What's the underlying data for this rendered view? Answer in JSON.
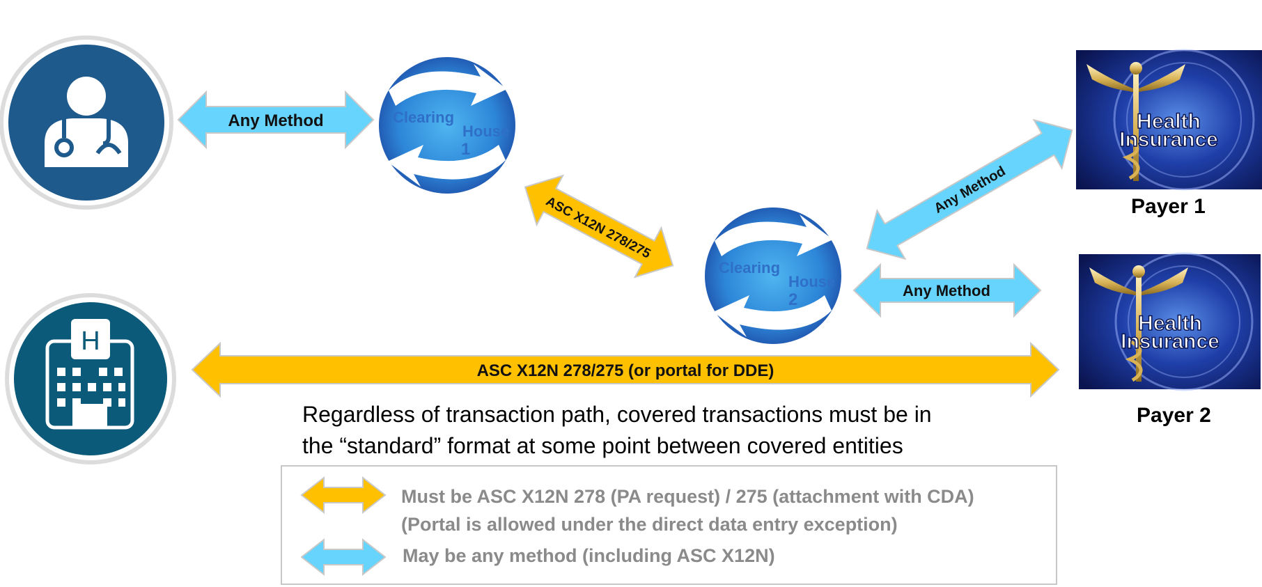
{
  "nodes": {
    "provider_icon": "doctor-icon",
    "hospital_icon": "hospital-icon",
    "hospital_sign": "H",
    "clearing_house_1": {
      "line1": "Clearing",
      "line2": "House",
      "line3": "1"
    },
    "clearing_house_2": {
      "line1": "Clearing",
      "line2": "House",
      "line3": "2"
    },
    "payer_1": {
      "badge_line1": "Health",
      "badge_line2": "Insurance",
      "label": "Payer 1"
    },
    "payer_2": {
      "badge_line1": "Health",
      "badge_line2": "Insurance",
      "label": "Payer 2"
    }
  },
  "connections": {
    "provider_to_ch1": "Any Method",
    "ch1_to_ch2": "ASC X12N 278/275",
    "ch2_to_payer1": "Any Method",
    "ch2_to_payer2": "Any Method",
    "hospital_to_payer2": "ASC X12N 278/275  (or portal for DDE)"
  },
  "statement": {
    "line1": "Regardless of transaction path, covered transactions must be in",
    "line2": "the “standard” format at some point between covered entities"
  },
  "legend": {
    "orange_line1": "Must be ASC X12N 278 (PA request) / 275 (attachment with CDA)",
    "orange_line2": "(Portal is allowed under the direct  data entry exception)",
    "blue_line1": "May be any method (including ASC X12N)"
  },
  "colors": {
    "orange_arrow": "#ffc000",
    "blue_arrow": "#66d4fc",
    "provider_circle": "#1f5a8c",
    "hospital_circle": "#0b5a7a",
    "clearing_house": "#2a7fd4",
    "payer_badge": "#1a2a8a",
    "legend_text": "#8a8a8a"
  }
}
